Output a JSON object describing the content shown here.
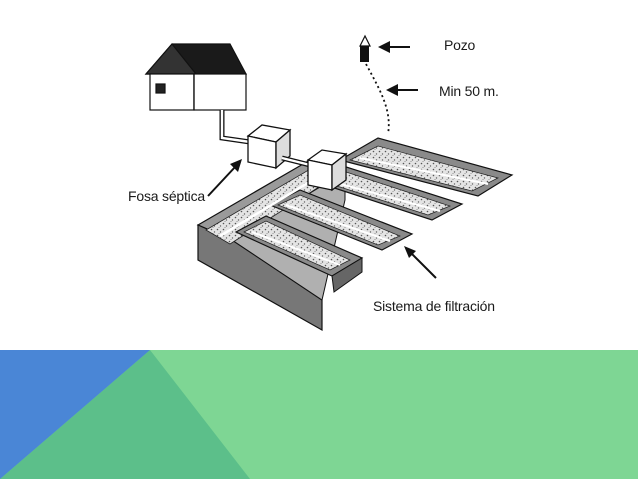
{
  "labels": {
    "pozo": "Pozo",
    "min_distance": "Min 50 m.",
    "fosa": "Fosa séptica",
    "sistema": "Sistema de filtración"
  },
  "colors": {
    "background": "#ffffff",
    "band_green": "#7ed694",
    "band_blue": "#4a86d6",
    "band_mid_green": "#5cbf8a",
    "trench_gray": "#8a8a8a",
    "gravel": "#d8d8d8",
    "ink": "#111111"
  },
  "icons": [
    "house-icon",
    "septic-tank-icon",
    "distribution-box-icon",
    "well-icon",
    "arrow-icon"
  ]
}
